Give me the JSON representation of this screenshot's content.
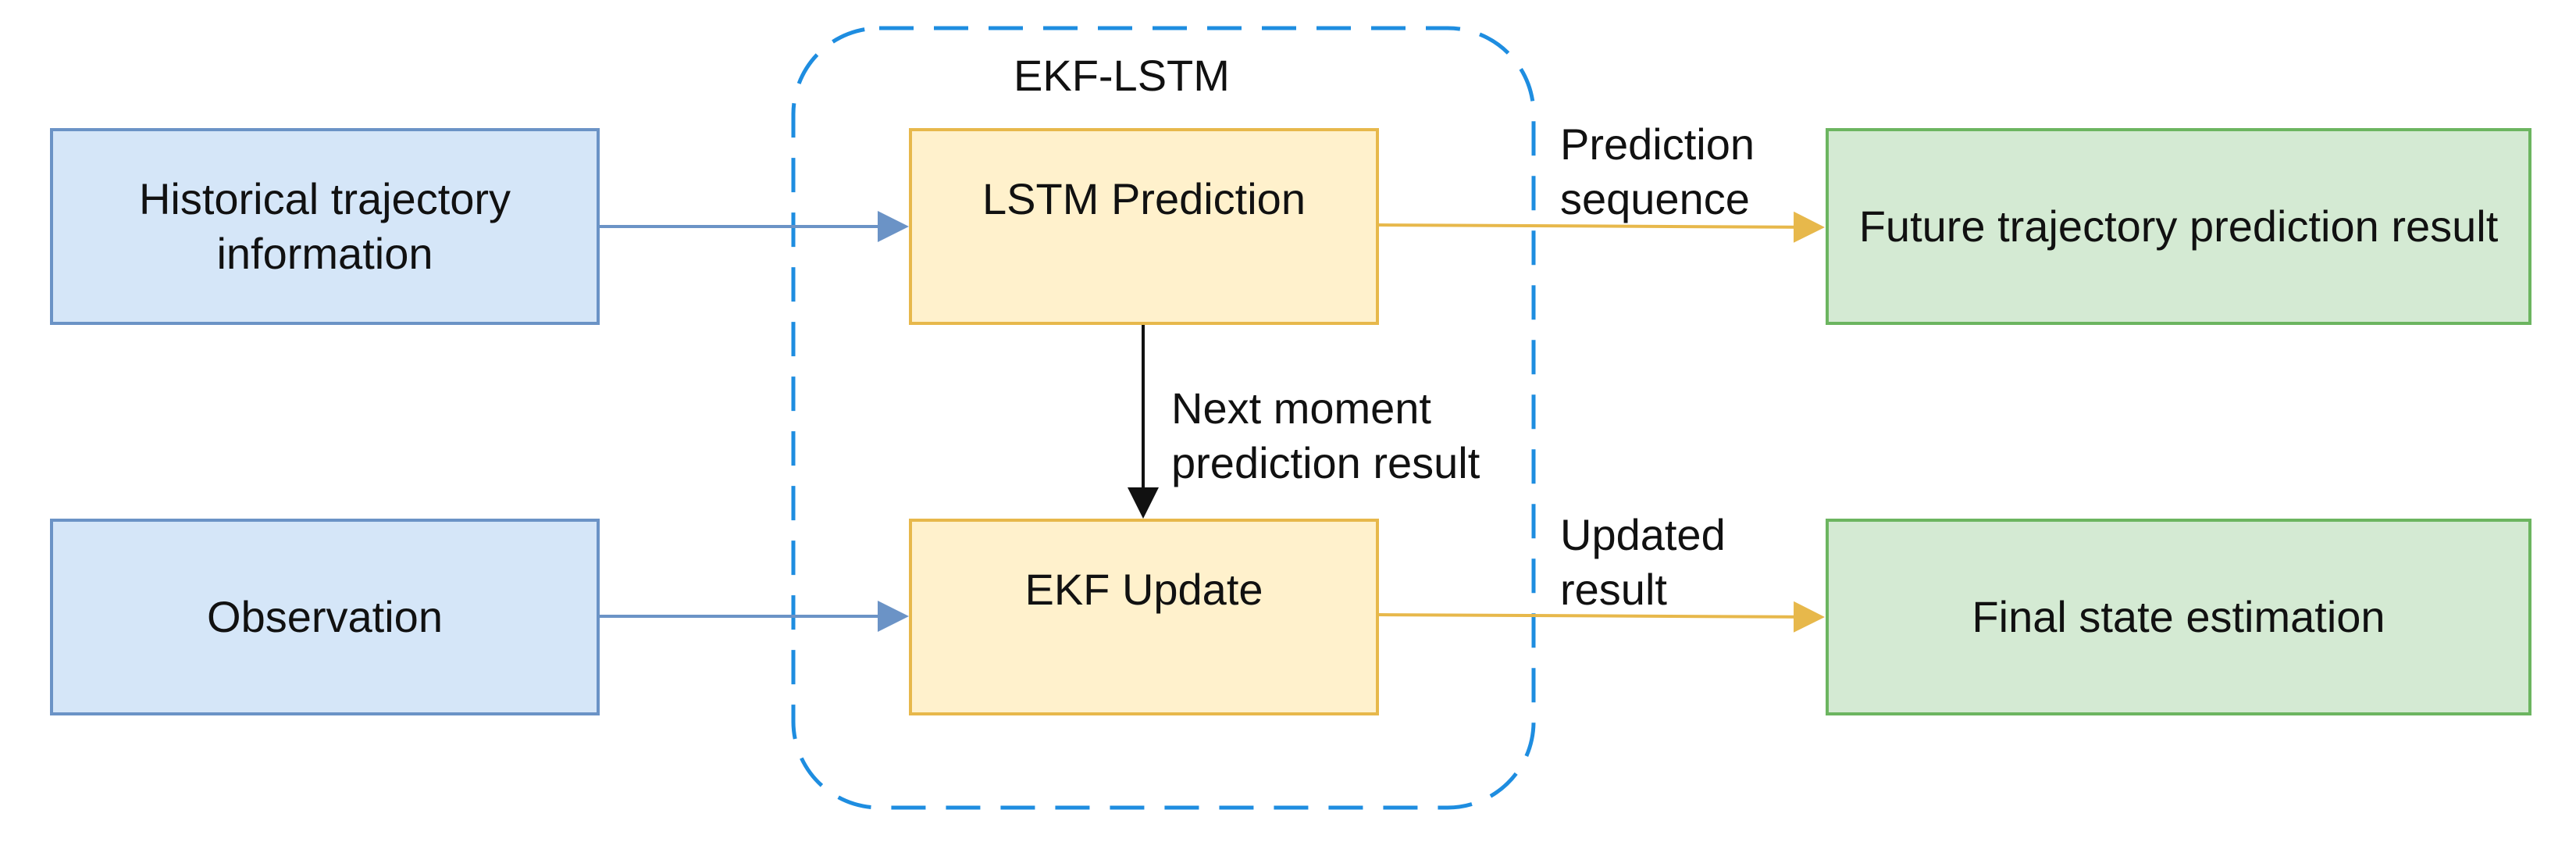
{
  "group": {
    "title": "EKF-LSTM"
  },
  "nodes": {
    "historical": "Historical trajectory\ninformation",
    "observation": "Observation",
    "lstm": "LSTM Prediction",
    "ekf": "EKF Update",
    "future": "Future trajectory prediction result",
    "final": "Final state estimation"
  },
  "edge_labels": {
    "prediction_sequence": "Prediction\nsequence",
    "next_moment": "Next moment\nprediction result",
    "updated_result": "Updated\nresult"
  },
  "colors": {
    "input_fill": "#d5e6f8",
    "input_stroke": "#6b93c6",
    "process_fill": "#fff1cc",
    "process_stroke": "#e7b84b",
    "output_fill": "#d4ead3",
    "output_stroke": "#6cb560",
    "group_stroke": "#1e8de0"
  }
}
